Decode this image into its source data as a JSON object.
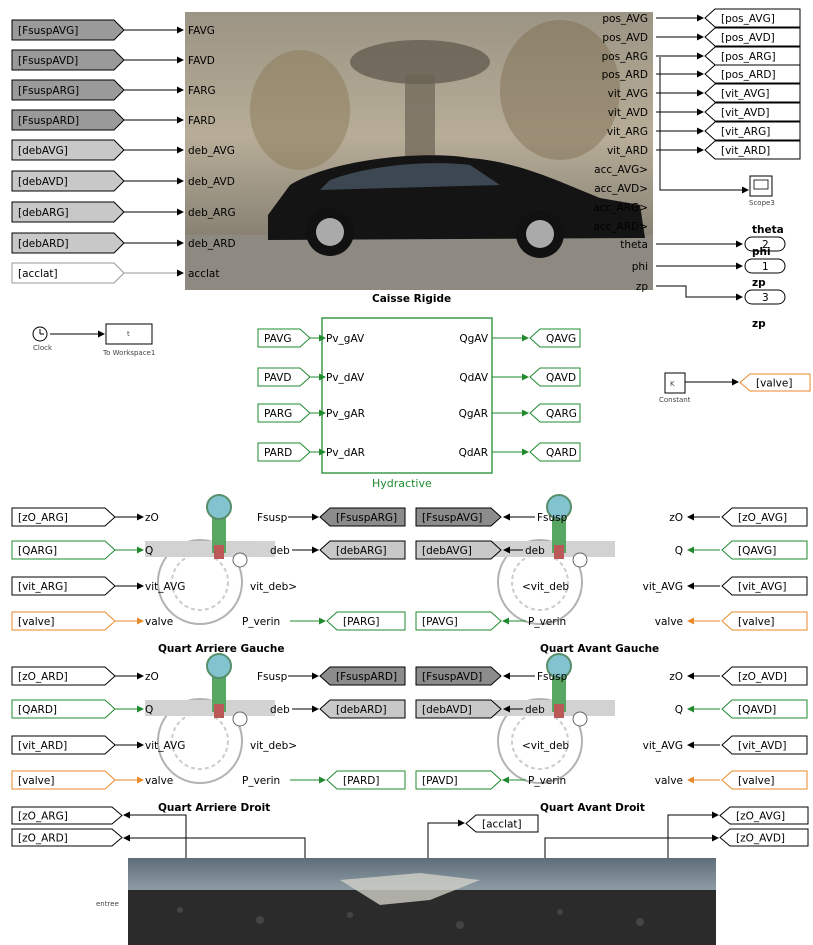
{
  "caisse": {
    "title": "Caisse Rigide",
    "inputs": [
      "FAVG",
      "FAVD",
      "FARG",
      "FARD",
      "deb_AVG",
      "deb_AVD",
      "deb_ARG",
      "deb_ARD",
      "acclat"
    ],
    "outputs": [
      "pos_AVG",
      "pos_AVD",
      "pos_ARG",
      "pos_ARD",
      "vit_AVG",
      "vit_AVD",
      "vit_ARG",
      "vit_ARD",
      "acc_AVG>",
      "acc_AVD>",
      "acc_ARG>",
      "acc_ARD>",
      "theta",
      "phi",
      "zp"
    ]
  },
  "left_from_tags": [
    "[FsuspAVG]",
    "[FsuspAVD]",
    "[FsuspARG]",
    "[FsuspARD]",
    "[debAVG]",
    "[debAVD]",
    "[debARG]",
    "[debARD]",
    "[acclat]"
  ],
  "right_goto_tags": [
    "[pos_AVG]",
    "[pos_AVD]",
    "[pos_ARG]",
    "[pos_ARD]",
    "[vit_AVG]",
    "[vit_AVD]",
    "[vit_ARG]",
    "[vit_ARD]"
  ],
  "scope_label": "Scope3",
  "outports": [
    {
      "label": "theta",
      "num": "2"
    },
    {
      "label": "phi",
      "num": "1"
    },
    {
      "label": "zp",
      "num": "3"
    }
  ],
  "clock_label": "Clock",
  "workspace_label": "To Workspace1",
  "workspace_value": "t",
  "constant_label": "Constant",
  "constant_value": "K",
  "constant_tag": "[valve]",
  "hydractive": {
    "title": "Hydractive",
    "inputs": [
      "Pv_gAV",
      "Pv_dAV",
      "Pv_gAR",
      "Pv_dAR"
    ],
    "outputs": [
      "QgAV",
      "QdAV",
      "QgAR",
      "QdAR"
    ],
    "in_tags": [
      "PAVG",
      "PAVD",
      "PARG",
      "PARD"
    ],
    "out_tags": [
      "QAVG",
      "QAVD",
      "QARG",
      "QARD"
    ]
  },
  "quarters": {
    "arg": {
      "title": "Quart Arriere Gauche",
      "tags": [
        "[zO_ARG]",
        "[QARG]",
        "[vit_ARG]",
        "[valve]"
      ],
      "ports": [
        "zO",
        "Q",
        "vit_AVG",
        "valve"
      ],
      "outs": [
        "Fsusp",
        "deb",
        "vit_deb>",
        "P_verin"
      ],
      "out_tags": [
        "[FsuspARG]",
        "[debARG]",
        "[PARG]"
      ]
    },
    "avg": {
      "title": "Quart Avant Gauche",
      "tags": [
        "[zO_AVG]",
        "[QAVG]",
        "[vit_AVG]",
        "[valve]"
      ],
      "ports": [
        "zO",
        "Q",
        "vit_AVG",
        "valve"
      ],
      "outs": [
        "Fsusp",
        "deb",
        "<vit_deb",
        "P_verin"
      ],
      "out_tags": [
        "[FsuspAVG]",
        "[debAVG]",
        "[PAVG]"
      ]
    },
    "ard": {
      "title": "Quart Arriere Droit",
      "tags": [
        "[zO_ARD]",
        "[QARD]",
        "[vit_ARD]",
        "[valve]"
      ],
      "ports": [
        "zO",
        "Q",
        "vit_AVG",
        "valve"
      ],
      "outs": [
        "Fsusp",
        "deb",
        "vit_deb>",
        "P_verin"
      ],
      "out_tags": [
        "[FsuspARD]",
        "[debARD]",
        "[PARD]"
      ]
    },
    "avd": {
      "title": "Quart Avant Droit",
      "tags": [
        "[zO_AVD]",
        "[QAVD]",
        "[vit_AVD]",
        "[valve]"
      ],
      "ports": [
        "zO",
        "Q",
        "vit_AVG",
        "valve"
      ],
      "outs": [
        "Fsusp",
        "deb",
        "<vit_deb",
        "P_verin"
      ],
      "out_tags": [
        "[FsuspAVD]",
        "[debAVD]",
        "[PAVD]"
      ]
    }
  },
  "road": {
    "tags_left": [
      "[zO_ARG]",
      "[zO_ARD]"
    ],
    "tags_right": [
      "[zO_AVG]",
      "[zO_AVD]"
    ],
    "tag_center": "[acclat]",
    "port_label": "entree"
  },
  "colors": {
    "green": "#1f8a2e",
    "orange": "#e88a2a",
    "gray_tag": "#9a9a9a",
    "light_gray": "#c8c8c8"
  }
}
